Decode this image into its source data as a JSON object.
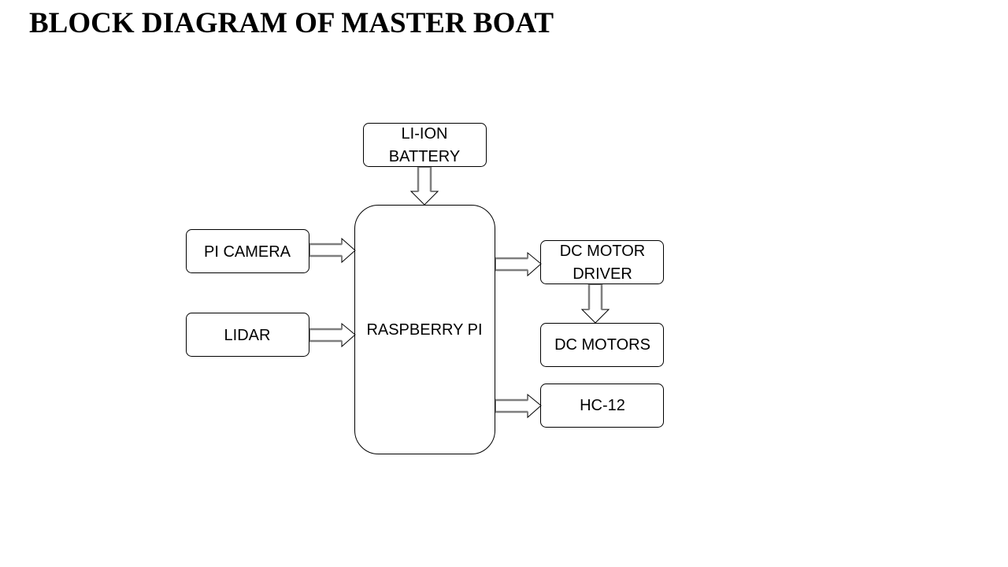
{
  "title": "BLOCK DIAGRAM OF MASTER BOAT",
  "blocks": {
    "battery": {
      "lines": [
        "LI-ION",
        "BATTERY"
      ]
    },
    "raspberry_pi": {
      "lines": [
        "RASPBERRY PI"
      ]
    },
    "pi_camera": {
      "lines": [
        "PI CAMERA"
      ]
    },
    "lidar": {
      "lines": [
        "LIDAR"
      ]
    },
    "motor_driver": {
      "lines": [
        "DC MOTOR",
        "DRIVER"
      ]
    },
    "dc_motors": {
      "lines": [
        "DC MOTORS"
      ]
    },
    "hc12": {
      "lines": [
        "HC-12"
      ]
    }
  },
  "connections": [
    {
      "from": "LI-ION BATTERY",
      "to": "RASPBERRY PI"
    },
    {
      "from": "PI CAMERA",
      "to": "RASPBERRY PI"
    },
    {
      "from": "LIDAR",
      "to": "RASPBERRY PI"
    },
    {
      "from": "RASPBERRY PI",
      "to": "DC MOTOR DRIVER"
    },
    {
      "from": "DC MOTOR DRIVER",
      "to": "DC MOTORS"
    },
    {
      "from": "RASPBERRY PI",
      "to": "HC-12"
    }
  ]
}
